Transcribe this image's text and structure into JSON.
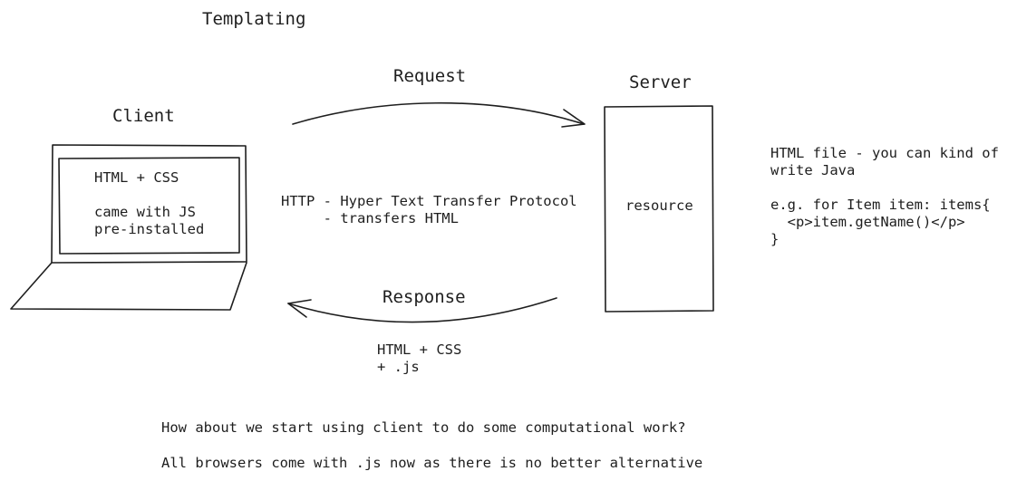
{
  "diagram": {
    "title": "Templating",
    "client": {
      "label": "Client",
      "screen_line1": "HTML + CSS",
      "screen_line2": "came with JS",
      "screen_line3": "pre-installed"
    },
    "server": {
      "label": "Server",
      "box_text": "resource"
    },
    "request": {
      "label": "Request"
    },
    "response": {
      "label": "Response",
      "payload_line1": "HTML + CSS",
      "payload_line2": "+ .js"
    },
    "http_note": {
      "line1": "HTTP - Hyper Text Transfer Protocol",
      "line2": "     - transfers HTML"
    },
    "template_note": {
      "line1": "HTML file - you can kind of",
      "line2": "write Java",
      "line3": "e.g. for Item item: items{",
      "line4": "  <p>item.getName()</p>",
      "line5": "}"
    },
    "footer": {
      "line1": "How about we start using client to do some computational work?",
      "line2": "All browsers come with .js now as there is no better alternative"
    }
  }
}
